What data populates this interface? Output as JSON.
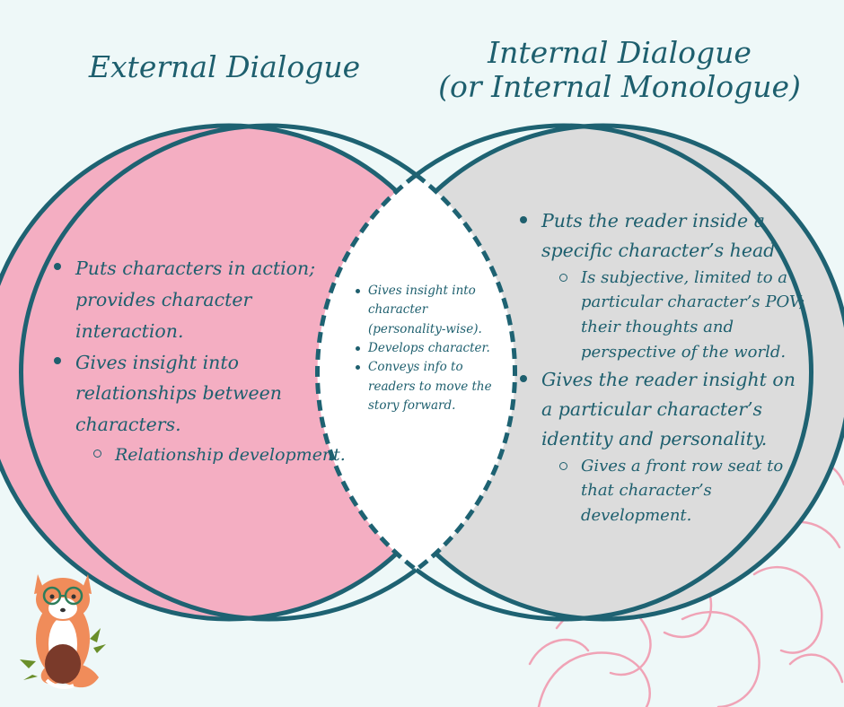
{
  "titles": {
    "left": "External Dialogue",
    "right_line1": "Internal Dialogue",
    "right_line2": "(or Internal Monologue)"
  },
  "external": {
    "items": [
      "Puts characters in action; provides character interaction.",
      "Gives insight into relationships between characters."
    ],
    "sub_items": [
      "Relationship development."
    ]
  },
  "overlap": {
    "items": [
      "Gives insight into character (personality-wise).",
      "Develops character.",
      "Conveys info to readers to move the story forward."
    ]
  },
  "internal": {
    "item1": "Puts the reader inside a specific character’s head",
    "item1_sub": "Is subjective, limited to a particular character’s POV; their thoughts and perspective of the world.",
    "item2": "Gives the reader insight on a particular character’s identity and personality.",
    "item2_sub": "Gives a front row seat to that character’s development."
  },
  "colors": {
    "left_fill": "#f4aec2",
    "right_fill": "#dcdcdc",
    "overlap_fill": "#ffffff",
    "outline": "#1e6272",
    "text": "#1e5f6e",
    "floral": "#f0a3b6",
    "background": "#eef8f8"
  }
}
